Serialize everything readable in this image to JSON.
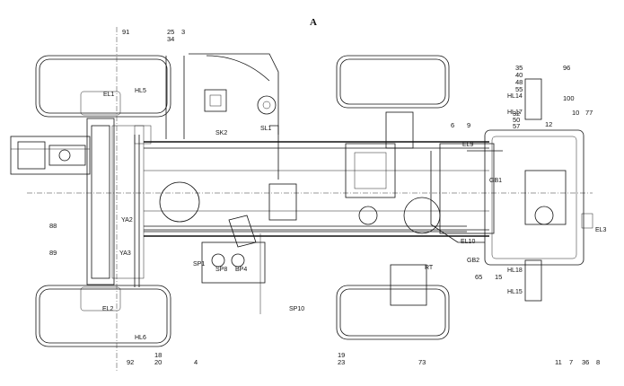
{
  "view": {
    "title": "A"
  },
  "labels": {
    "EL1": "EL1",
    "HL5": "HL5",
    "SK2": "SK2",
    "SL1": "SL1",
    "EL9": "EL9",
    "GB1": "GB1",
    "YA2": "YA2",
    "YA3": "YA3",
    "EL10": "EL10",
    "GB2": "GB2",
    "RT": "RT",
    "SP1": "SP1",
    "SP8": "SP8",
    "BP4": "BP4",
    "SP10": "SP10",
    "EL2": "EL2",
    "HL6": "HL6",
    "HL14": "HL14",
    "HL17": "HL17",
    "HL18": "HL18",
    "HL15": "HL15",
    "EL3": "EL3"
  },
  "callouts": {
    "n91": "91",
    "n25": "25",
    "n34": "34",
    "n3": "3",
    "n35": "35",
    "n40": "40",
    "n48": "48",
    "n55": "55",
    "n96": "96",
    "n100": "100",
    "n32": "32",
    "n50": "50",
    "n57": "57",
    "n10": "10",
    "n77": "77",
    "n12": "12",
    "n6": "6",
    "n9": "9",
    "n88": "88",
    "n89": "89",
    "n65": "65",
    "n15": "15",
    "n92": "92",
    "n18": "18",
    "n20": "20",
    "n4": "4",
    "n19": "19",
    "n23": "23",
    "n73": "73",
    "n11": "11",
    "n7": "7",
    "n36": "36",
    "n8": "8"
  }
}
